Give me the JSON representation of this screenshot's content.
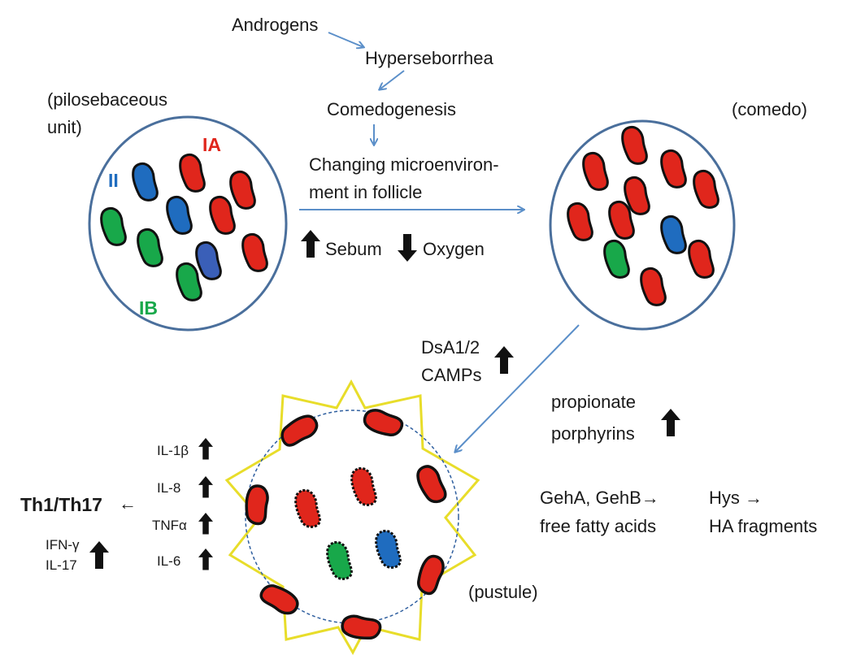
{
  "colors": {
    "strain_IA": "#e0261c",
    "strain_II": "#1f6cbf",
    "strain_IB": "#18a84a",
    "strain_other_blue": "#3a5fb8",
    "arrow": "#5b8fc9",
    "circle": "#4a6f9c",
    "star": "#e8dd2a",
    "up_arrow": "#111111"
  },
  "cascade": {
    "androgens": "Androgens",
    "hyperseborrhea": "Hyperseborrhea",
    "comedogenesis": "Comedogenesis",
    "microenv_line1": "Changing microenviron-",
    "microenv_line2": "ment in follicle"
  },
  "pilosebaceous": {
    "label_line1": "(pilosebaceous",
    "label_line2": "unit)",
    "strain_IA": "IA",
    "strain_II": "II",
    "strain_IB": "IB"
  },
  "comedo": {
    "label": "(comedo)"
  },
  "conditions": {
    "sebum": "Sebum",
    "oxygen": "Oxygen"
  },
  "virulence": {
    "line1": "DsA1/2",
    "line2": "CAMPs"
  },
  "metabolites": {
    "line1": "propionate",
    "line2": "porphyrins"
  },
  "enzymes": {
    "geh_line1": "GehA, GehB→",
    "geh_line2": "free fatty acids",
    "hys_line1": "Hys →",
    "hys_line2": "HA fragments"
  },
  "pustule": {
    "label": "(pustule)"
  },
  "cytokines": [
    "IL-1β",
    "IL-8",
    "TNFα",
    "IL-6"
  ],
  "th": {
    "label": "Th1/Th17",
    "arrow": "←",
    "ifn": "IFN-γ",
    "il17": "IL-17"
  }
}
